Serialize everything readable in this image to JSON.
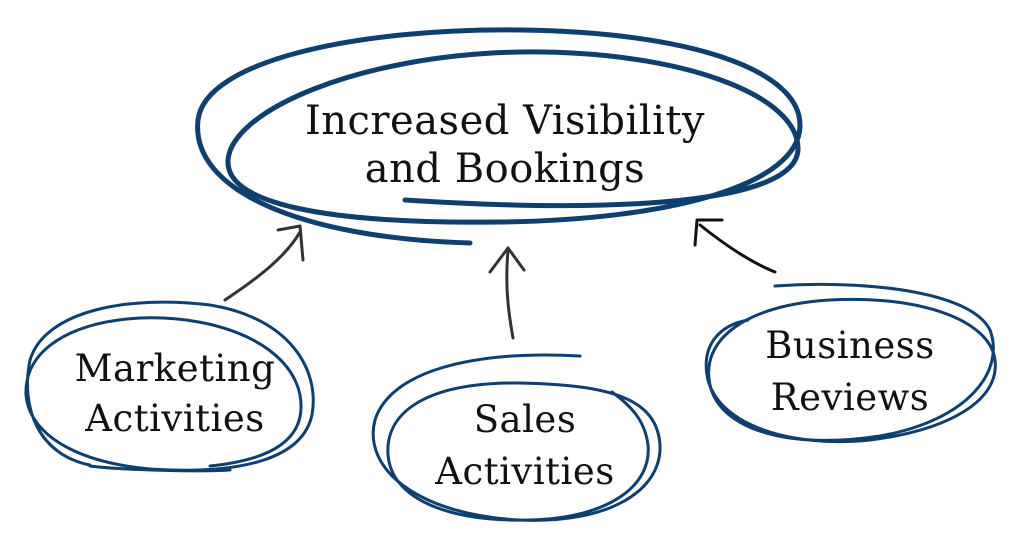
{
  "colors": {
    "scribble": "#0e3f6e",
    "arrow": "#333333",
    "text": "#111111",
    "background": "#ffffff"
  },
  "nodes": {
    "main": {
      "line1": "Increased Visibility",
      "line2": "and Bookings"
    },
    "marketing": {
      "line1": "Marketing",
      "line2": "Activities"
    },
    "sales": {
      "line1": "Sales",
      "line2": "Activities"
    },
    "reviews": {
      "line1": "Business",
      "line2": "Reviews"
    }
  },
  "edges": [
    {
      "from": "Marketing Activities",
      "to": "Increased Visibility and Bookings"
    },
    {
      "from": "Sales Activities",
      "to": "Increased Visibility and Bookings"
    },
    {
      "from": "Business Reviews",
      "to": "Increased Visibility and Bookings"
    }
  ]
}
